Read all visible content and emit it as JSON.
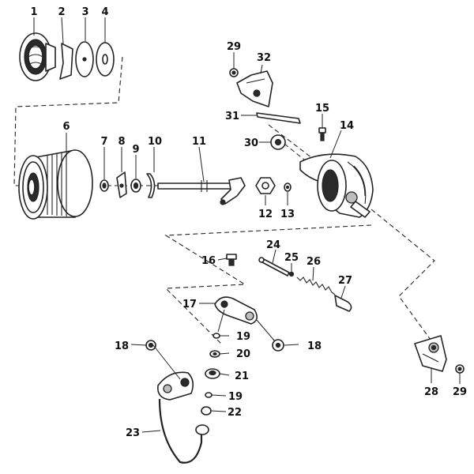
{
  "callouts": {
    "c1": "1",
    "c2": "2",
    "c3": "3",
    "c4": "4",
    "c6": "6",
    "c7": "7",
    "c8": "8",
    "c9": "9",
    "c10": "10",
    "c11": "11",
    "c12": "12",
    "c13": "13",
    "c14": "14",
    "c15": "15",
    "c16": "16",
    "c17": "17",
    "c18a": "18",
    "c18b": "18",
    "c19a": "19",
    "c19b": "19",
    "c20": "20",
    "c21": "21",
    "c22": "22",
    "c23": "23",
    "c24": "24",
    "c25": "25",
    "c26": "26",
    "c27": "27",
    "c28": "28",
    "c29a": "29",
    "c29b": "29",
    "c30": "30",
    "c31": "31",
    "c32": "32"
  },
  "colors": {
    "line": "#222222",
    "background": "#ffffff"
  }
}
